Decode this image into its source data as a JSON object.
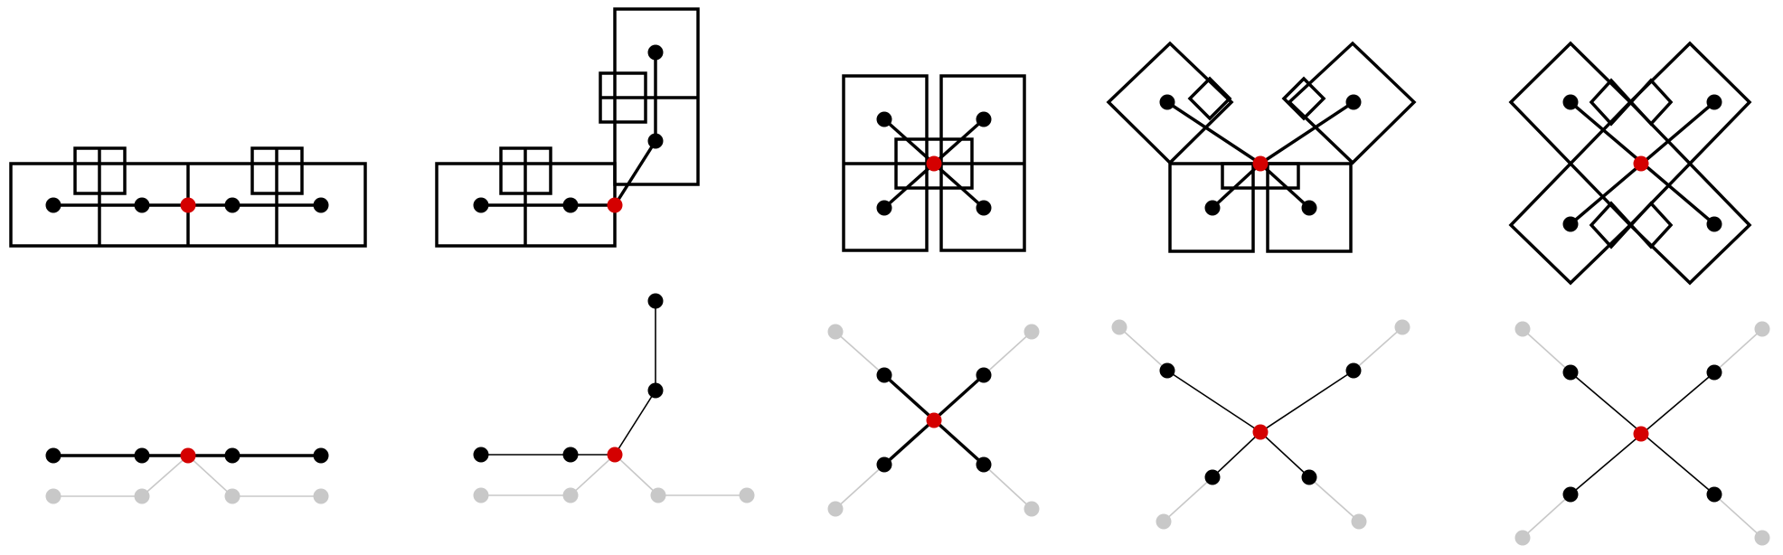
{
  "colors": {
    "outline": "#000000",
    "node": "#000000",
    "center_node": "#d40000",
    "faint": "#c8c8c8",
    "background": "#ffffff"
  },
  "panels": [
    {
      "id": "panel-1",
      "arrangement": "straight-line"
    },
    {
      "id": "panel-2",
      "arrangement": "bent-line"
    },
    {
      "id": "panel-3",
      "arrangement": "x-shape"
    },
    {
      "id": "panel-4",
      "arrangement": "v-shape-with-squares"
    },
    {
      "id": "panel-5",
      "arrangement": "x-shape-rotated-squares"
    }
  ],
  "rows": [
    "box-tilings",
    "node-graphs"
  ]
}
